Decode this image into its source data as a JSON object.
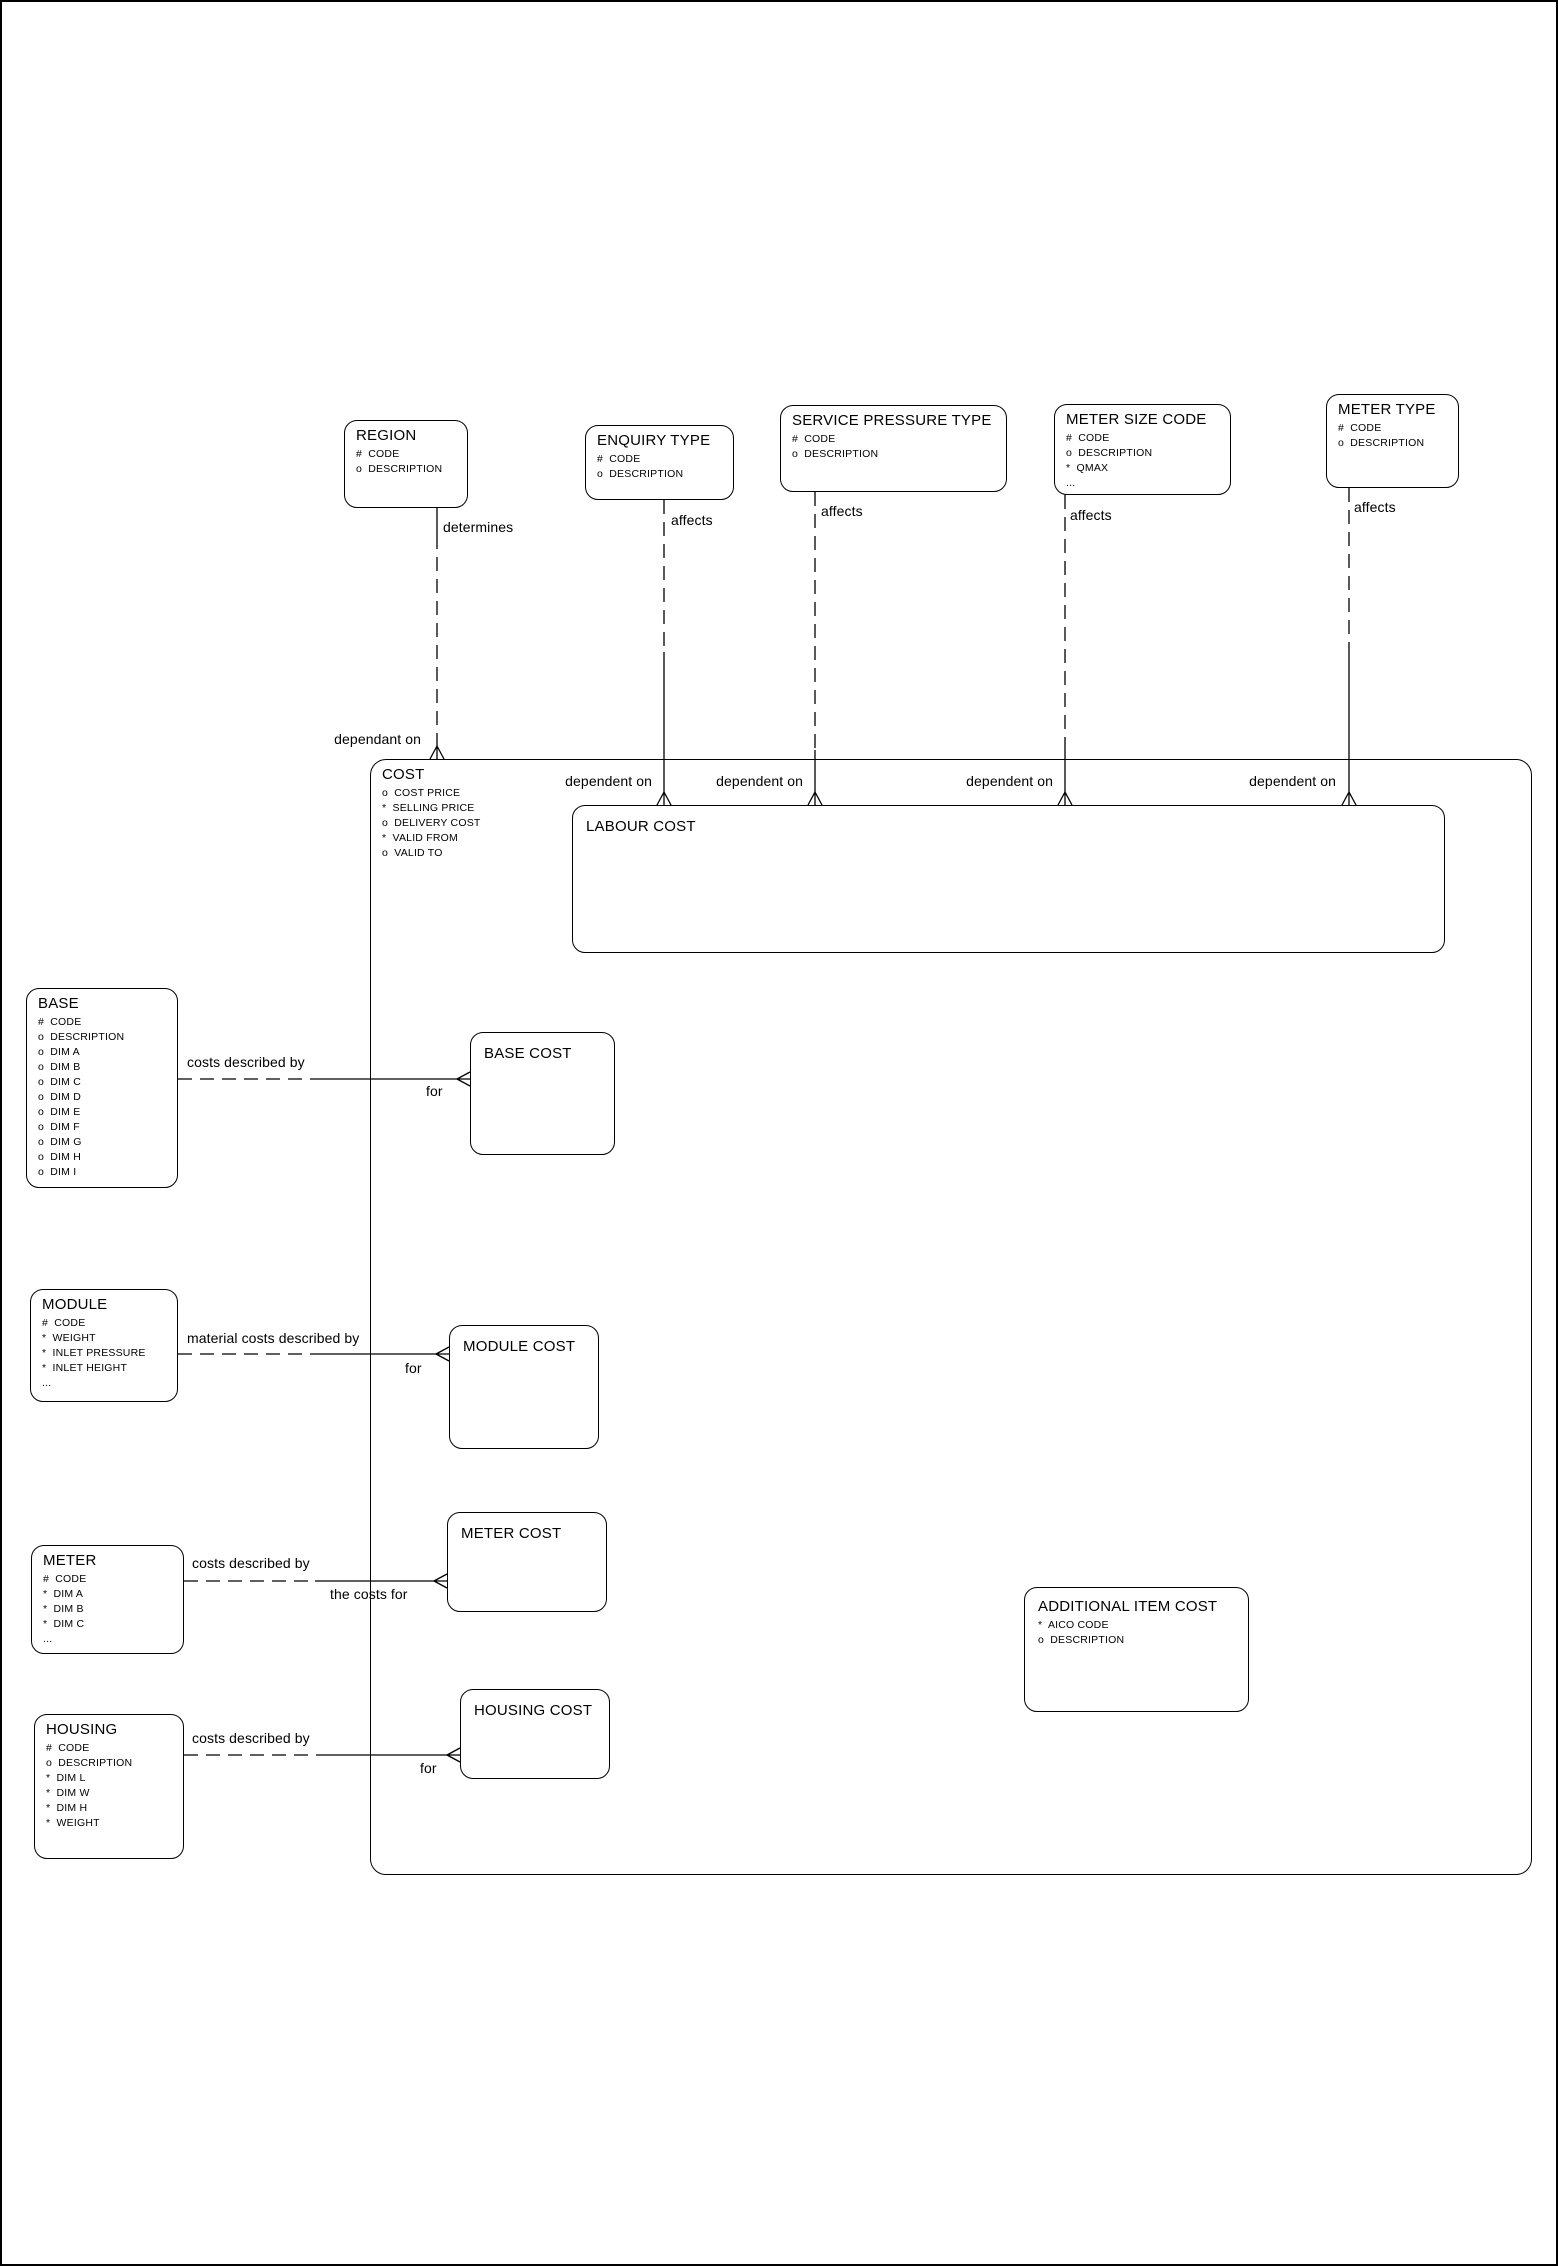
{
  "colors": {
    "line": "#000000",
    "background": "#ffffff"
  },
  "entities": {
    "region": {
      "title": "REGION",
      "attrs": [
        "#  CODE",
        "o  DESCRIPTION"
      ]
    },
    "enquiry_type": {
      "title": "ENQUIRY TYPE",
      "attrs": [
        "#  CODE",
        "o  DESCRIPTION"
      ]
    },
    "service_pressure_type": {
      "title": "SERVICE PRESSURE TYPE",
      "attrs": [
        "#  CODE",
        "o  DESCRIPTION"
      ]
    },
    "meter_size_code": {
      "title": "METER SIZE CODE",
      "attrs": [
        "#  CODE",
        "o  DESCRIPTION",
        "*  QMAX",
        "..."
      ]
    },
    "meter_type": {
      "title": "METER TYPE",
      "attrs": [
        "#  CODE",
        "o  DESCRIPTION"
      ]
    },
    "cost": {
      "title": "COST",
      "attrs": [
        "o  COST PRICE",
        "*  SELLING PRICE",
        "o  DELIVERY COST",
        "*  VALID FROM",
        "o  VALID TO"
      ]
    },
    "labour_cost": {
      "title": "LABOUR COST"
    },
    "base": {
      "title": "BASE",
      "attrs": [
        "#  CODE",
        "o  DESCRIPTION",
        "o  DIM A",
        "o  DIM B",
        "o  DIM C",
        "o  DIM D",
        "o  DIM E",
        "o  DIM F",
        "o  DIM G",
        "o  DIM H",
        "o  DIM I"
      ]
    },
    "base_cost": {
      "title": "BASE COST"
    },
    "module": {
      "title": "MODULE",
      "attrs": [
        "#  CODE",
        "*  WEIGHT",
        "*  INLET PRESSURE",
        "*  INLET HEIGHT",
        "..."
      ]
    },
    "module_cost": {
      "title": "MODULE COST"
    },
    "meter": {
      "title": "METER",
      "attrs": [
        "#  CODE",
        "*  DIM A",
        "*  DIM B",
        "*  DIM C",
        "..."
      ]
    },
    "meter_cost": {
      "title": "METER COST"
    },
    "housing": {
      "title": "HOUSING",
      "attrs": [
        "#  CODE",
        "o  DESCRIPTION",
        "*  DIM L",
        "*  DIM W",
        "*  DIM H",
        "*  WEIGHT"
      ]
    },
    "housing_cost": {
      "title": "HOUSING COST"
    },
    "additional_item_cost": {
      "title": "ADDITIONAL ITEM COST",
      "attrs": [
        "*  AICO CODE",
        "o  DESCRIPTION"
      ]
    }
  },
  "relationships": {
    "determines": "determines",
    "dependant_on": "dependant on",
    "affects": "affects",
    "dependent_on": "dependent on",
    "costs_described_by": "costs described by",
    "material_costs_described_by": "material costs described by",
    "for_label": "for",
    "the_costs_for": "the costs for"
  }
}
